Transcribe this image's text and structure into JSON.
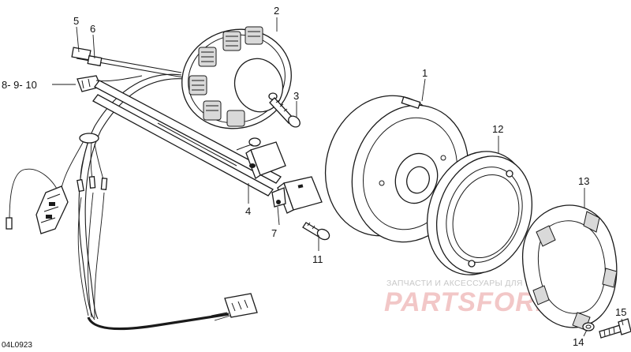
{
  "diagram_code": "04L0923",
  "callouts": [
    {
      "id": "1",
      "text": "1"
    },
    {
      "id": "2",
      "text": "2"
    },
    {
      "id": "3",
      "text": "3"
    },
    {
      "id": "4",
      "text": "4"
    },
    {
      "id": "5",
      "text": "5"
    },
    {
      "id": "6",
      "text": "6"
    },
    {
      "id": "7",
      "text": "7"
    },
    {
      "id": "8-9-10",
      "text": "8- 9- 10"
    },
    {
      "id": "11",
      "text": "11"
    },
    {
      "id": "12",
      "text": "12"
    },
    {
      "id": "13",
      "text": "13"
    },
    {
      "id": "14",
      "text": "14"
    },
    {
      "id": "15",
      "text": "15"
    }
  ],
  "watermark": {
    "small": "ЗАПЧАСТИ И АКСЕССУАРЫ ДЛЯ МОТОТЕХНИКИ",
    "big": "PARTSFOR.RU"
  }
}
